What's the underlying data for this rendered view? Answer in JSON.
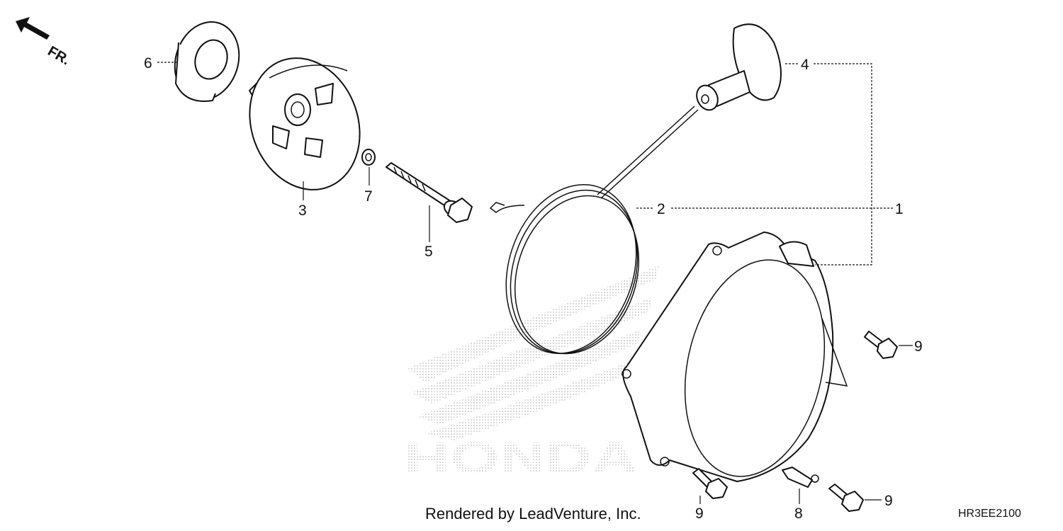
{
  "direction_label": "FR.",
  "callouts": {
    "c1": "1",
    "c2": "2",
    "c3": "3",
    "c4": "4",
    "c5": "5",
    "c6": "6",
    "c7": "7",
    "c8": "8",
    "c9a": "9",
    "c9b": "9",
    "c9c": "9"
  },
  "watermark": {
    "brand": "HONDA"
  },
  "footer": {
    "credit": "Rendered by LeadVenture, Inc.",
    "diagram_code": "HR3EE2100"
  }
}
